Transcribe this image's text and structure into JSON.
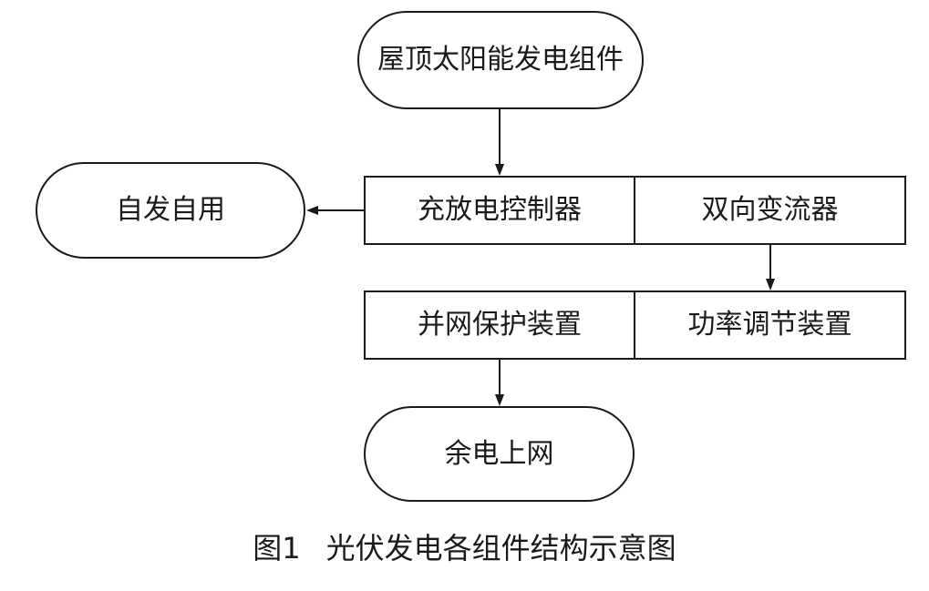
{
  "diagram": {
    "nodes": {
      "rooftop_solar_module": "屋顶太阳能发电组件",
      "self_use": "自发自用",
      "charge_controller": "充放电控制器",
      "bidirectional_inverter": "双向变流器",
      "grid_protection": "并网保护装置",
      "power_regulation": "功率调节装置",
      "surplus_to_grid": "余电上网"
    },
    "edges": [
      {
        "from": "rooftop_solar_module",
        "to": "charge_controller"
      },
      {
        "from": "charge_controller",
        "to": "self_use"
      },
      {
        "from": "bidirectional_inverter",
        "to": "power_regulation"
      },
      {
        "from": "grid_protection",
        "to": "surplus_to_grid"
      }
    ]
  },
  "caption": {
    "number": "图1",
    "title": "光伏发电各组件结构示意图"
  }
}
